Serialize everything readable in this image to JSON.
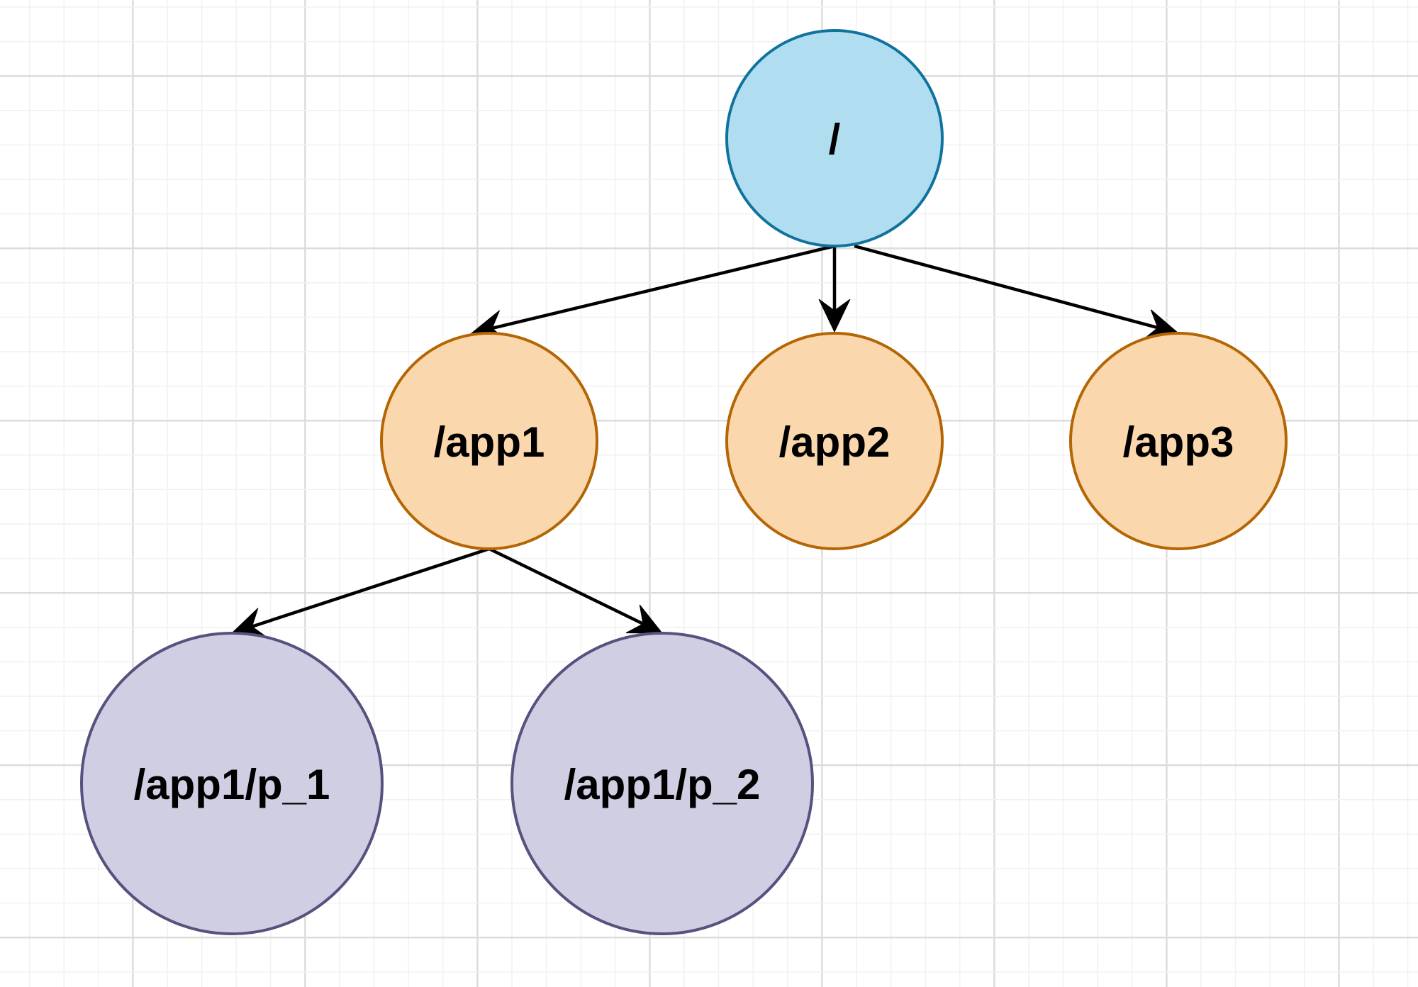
{
  "diagram": {
    "nodes": [
      {
        "id": "root",
        "label": "/",
        "fill": "#b1ddf0",
        "stroke": "#10739e"
      },
      {
        "id": "app1",
        "label": "/app1",
        "fill": "#fad7ac",
        "stroke": "#b46504"
      },
      {
        "id": "app2",
        "label": "/app2",
        "fill": "#fad7ac",
        "stroke": "#b46504"
      },
      {
        "id": "app3",
        "label": "/app3",
        "fill": "#fad7ac",
        "stroke": "#b46504"
      },
      {
        "id": "p1",
        "label": "/app1/p_1",
        "fill": "#d0cee2",
        "stroke": "#56517e"
      },
      {
        "id": "p2",
        "label": "/app1/p_2",
        "fill": "#d0cee2",
        "stroke": "#56517e"
      }
    ],
    "edges": [
      {
        "from": "root",
        "to": "app1"
      },
      {
        "from": "root",
        "to": "app2"
      },
      {
        "from": "root",
        "to": "app3"
      },
      {
        "from": "app1",
        "to": "p1"
      },
      {
        "from": "app1",
        "to": "p2"
      }
    ],
    "grid_color": "#e6e6e6"
  }
}
